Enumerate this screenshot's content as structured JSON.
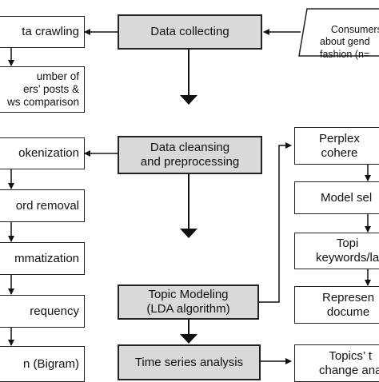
{
  "center": {
    "data_collecting": "Data collecting",
    "data_cleansing": "Data cleansing\nand preprocessing",
    "topic_modeling": "Topic Modeling\n(LDA algorithm)",
    "time_series": "Time series analysis"
  },
  "left": {
    "crawling": "ta crawling",
    "number_posts": "umber of\ners’ posts &\nws comparison",
    "tokenization": "okenization",
    "word_removal": "ord removal",
    "lemmatization": "mmatization",
    "frequency": "requency",
    "bigram": "n (Bigram)"
  },
  "right": {
    "consumers": "Consumers\nabout gend\nfashion (n=",
    "perplexity": "Perplex\ncohere",
    "model_selection": "Model sel",
    "topic_keywords": "Topi\nkeywords/la",
    "representative": "Represen\ndocume",
    "topics_change": "Topics’ t\nchange ana"
  }
}
